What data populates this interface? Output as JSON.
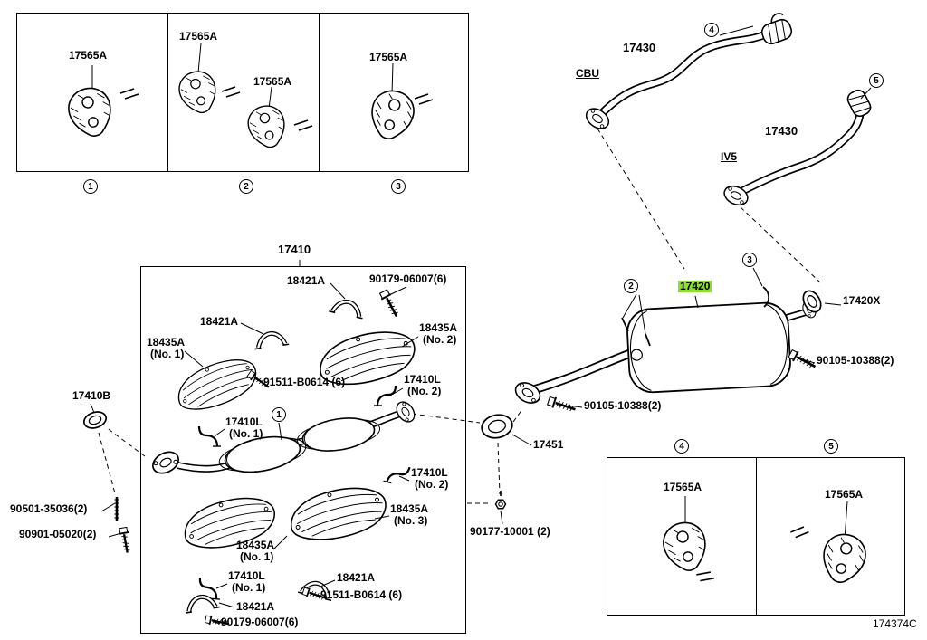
{
  "colors": {
    "highlight": "#8CDF2B",
    "line": "#000000",
    "background": "#FFFFFF"
  },
  "diagram_code": "174374C",
  "top_panels": {
    "panel1": {
      "part": "17565A",
      "index": "1"
    },
    "panel2": {
      "part_top": "17565A",
      "part_right": "17565A",
      "index": "2"
    },
    "panel3": {
      "part": "17565A",
      "index": "3"
    }
  },
  "tailpipes": {
    "cbu": {
      "part": "17430",
      "variant": "CBU",
      "index": "4"
    },
    "iv5": {
      "part": "17430",
      "variant": "IV5",
      "index": "5"
    }
  },
  "muffler": {
    "part": "17420",
    "index_front_hangers": "2",
    "index_rear_hanger": "3",
    "outlet_gasket": "17420X",
    "bolt_rear": "90105-10388(2)",
    "bolt_front": "90105-10388(2)",
    "inlet_gasket": "17451",
    "mount_nut": "90177-10001 (2)"
  },
  "front_pipe": {
    "title": "17410",
    "hanger_index": "1",
    "bracket_top": "18421A",
    "bolt_top": "90179-06007(6)",
    "bracket_left": "18421A",
    "shield_no1_top": {
      "part": "18435A",
      "note": "(No. 1)"
    },
    "shield_no2": {
      "part": "18435A",
      "note": "(No. 2)"
    },
    "bolt_mid": "91511-B0614 (6)",
    "hanger_no2_upper": {
      "part": "17410L",
      "note": "(No. 2)"
    },
    "hanger_no1_upper": {
      "part": "17410L",
      "note": "(No. 1)"
    },
    "hanger_no2_lower": {
      "part": "17410L",
      "note": "(No. 2)"
    },
    "shield_no3": {
      "part": "18435A",
      "note": "(No. 3)"
    },
    "shield_no1_bottom": {
      "part": "18435A",
      "note": "(No. 1)"
    },
    "hanger_no1_lower": {
      "part": "17410L",
      "note": "(No. 1)"
    },
    "bracket_bottom_mid": "18421A",
    "bolt_bottom_mid": "91511-B0614 (6)",
    "bracket_bottom_left": "18421A",
    "bolt_bottom": "90179-06007(6)",
    "inlet_gasket": "17410B",
    "stud": "90501-35036(2)",
    "flange_bolt": "90901-05020(2)"
  },
  "bottom_panels": {
    "panel4": {
      "part": "17565A",
      "index": "4"
    },
    "panel5": {
      "part": "17565A",
      "index": "5"
    }
  }
}
